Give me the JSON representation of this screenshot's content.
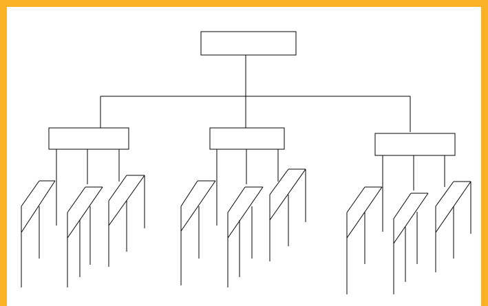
{
  "diagram": {
    "type": "org-chart",
    "border_color": "#fbb124",
    "background_color": "#ffffff",
    "line_color": "#000000",
    "root": {
      "label": ""
    },
    "children": [
      {
        "label": "",
        "subunits": 3
      },
      {
        "label": "",
        "subunits": 3
      },
      {
        "label": "",
        "subunits": 3
      }
    ]
  }
}
